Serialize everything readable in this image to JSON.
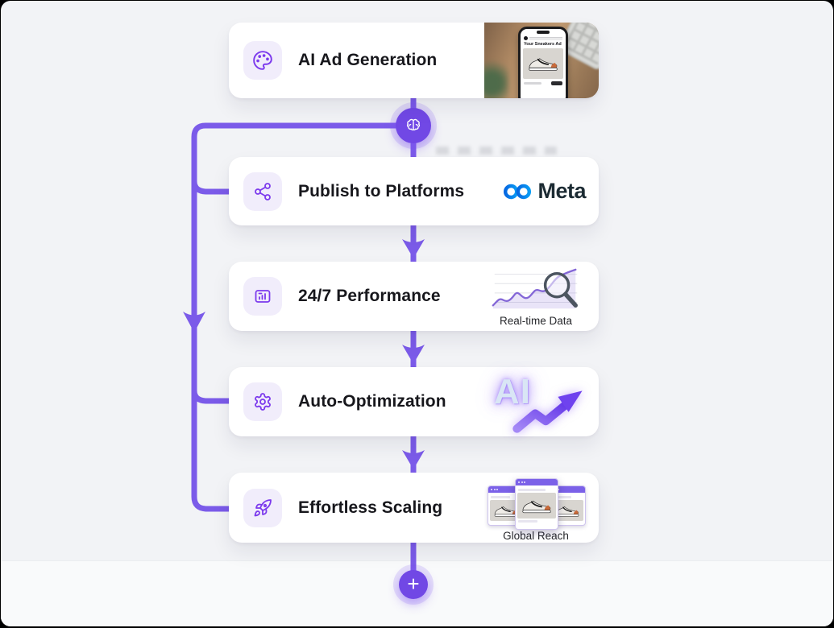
{
  "canvas": {
    "background": "#f2f3f6",
    "accent_line": "#7b5be9",
    "node_fill": "#7148e5",
    "icon_color": "#7c3aed",
    "icon_box_bg": "#f1edfb"
  },
  "flow": {
    "top_node_icon": "brain-icon",
    "bottom_node_icon": "plus-icon",
    "plus_label": "+"
  },
  "cards": [
    {
      "title": "AI Ad Generation",
      "icon": "palette-icon",
      "visual": "sneaker-ad-photo",
      "photo_caption": "Your Sneakers Ad"
    },
    {
      "title": "Publish to Platforms",
      "icon": "share-icon",
      "visual": "meta-logo",
      "brand": "Meta",
      "brand_color": "#0668e1",
      "brand_text_color": "#1c2b33"
    },
    {
      "title": "24/7 Performance",
      "icon": "bar-chart-icon",
      "visual": "line-chart-with-magnifier",
      "caption": "Real-time Data"
    },
    {
      "title": "Auto-Optimization",
      "icon": "gear-icon",
      "visual": "ai-glow-trend-arrow",
      "overlay_label": "AI"
    },
    {
      "title": "Effortless Scaling",
      "icon": "rocket-icon",
      "visual": "browser-windows-sneaker-ads",
      "caption": "Global Reach"
    }
  ]
}
